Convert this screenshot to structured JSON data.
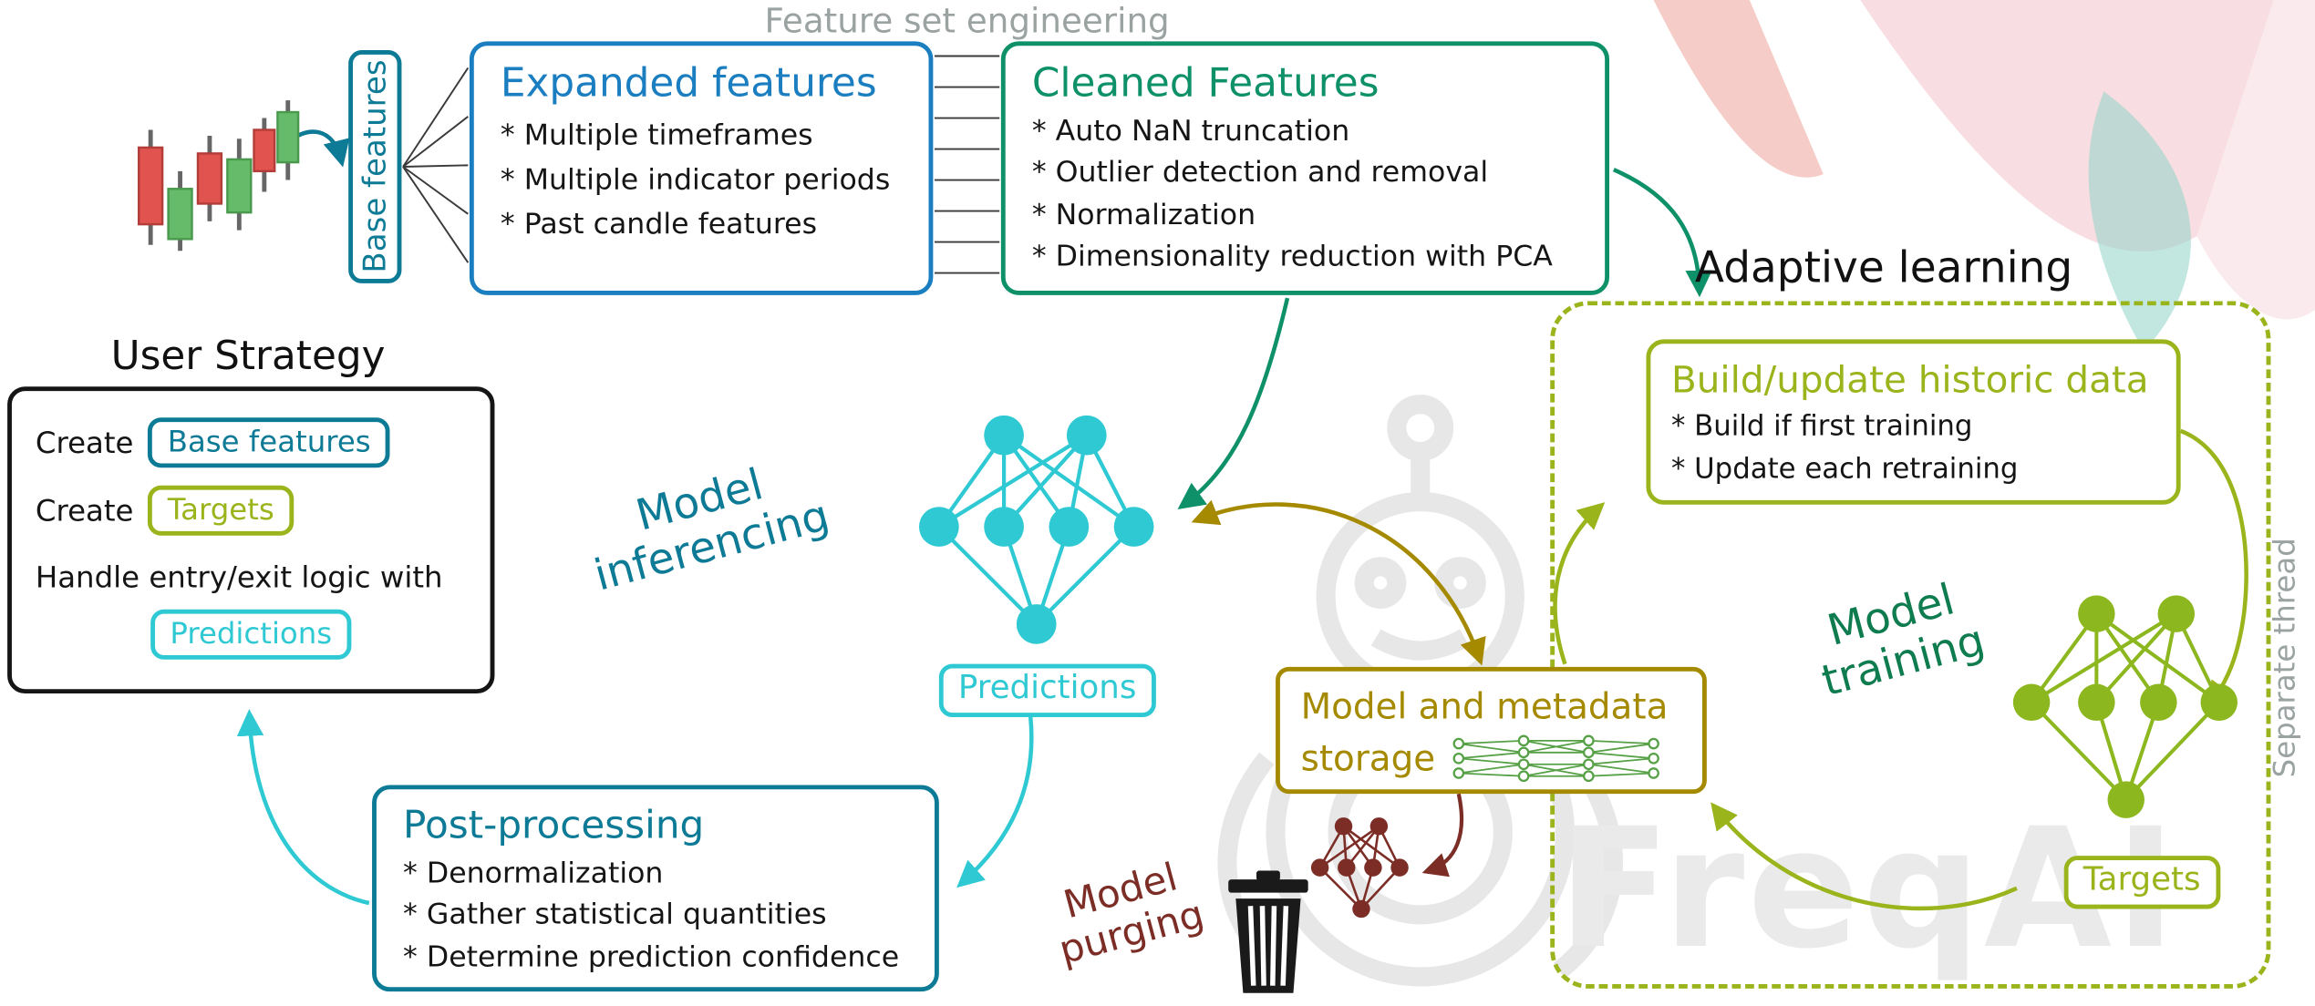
{
  "labels": {
    "feature_set_engineering": "Feature set engineering",
    "base_features": "Base features",
    "adaptive_learning": "Adaptive learning",
    "separate_thread": "Separate thread",
    "user_strategy_title": "User Strategy",
    "watermark": "FreqAI"
  },
  "boxes": {
    "expanded_features": {
      "title": "Expanded features",
      "items": [
        "* Multiple timeframes",
        "* Multiple indicator periods",
        "* Past candle features"
      ]
    },
    "cleaned_features": {
      "title": "Cleaned Features",
      "items": [
        "* Auto NaN truncation",
        "* Outlier detection and removal",
        "* Normalization",
        "* Dimensionality reduction with PCA"
      ]
    },
    "build_update": {
      "title": "Build/update historic data",
      "items": [
        "* Build if first training",
        "* Update each retraining"
      ]
    },
    "post_processing": {
      "title": "Post-processing",
      "items": [
        "* Denormalization",
        "* Gather statistical quantities",
        "* Determine prediction confidence"
      ]
    },
    "storage": {
      "line1": "Model and metadata",
      "line2": "storage"
    }
  },
  "user_strategy": {
    "create_label_1": "Create",
    "badge_base_features": "Base features",
    "create_label_2": "Create",
    "badge_targets": "Targets",
    "line3": "Handle entry/exit logic with",
    "badge_predictions": "Predictions"
  },
  "badges": {
    "predictions": "Predictions",
    "targets": "Targets"
  },
  "rotated": {
    "model_inferencing": [
      "Model",
      "inferencing"
    ],
    "model_training": [
      "Model",
      "training"
    ],
    "model_purging": [
      "Model",
      "purging"
    ]
  },
  "colors": {
    "blue": "#1b7ec0",
    "teal": "#0d7a96",
    "green": "#0e9168",
    "cyan": "#2fc9d4",
    "olive": "#9ab41c",
    "dark_yellow": "#a58a00",
    "dark_green": "#0e7c4f",
    "dark_red": "#7b2d26",
    "gray_label": "#9aa2a2",
    "candle_red": "#e0534e",
    "candle_green": "#66bb6a"
  }
}
